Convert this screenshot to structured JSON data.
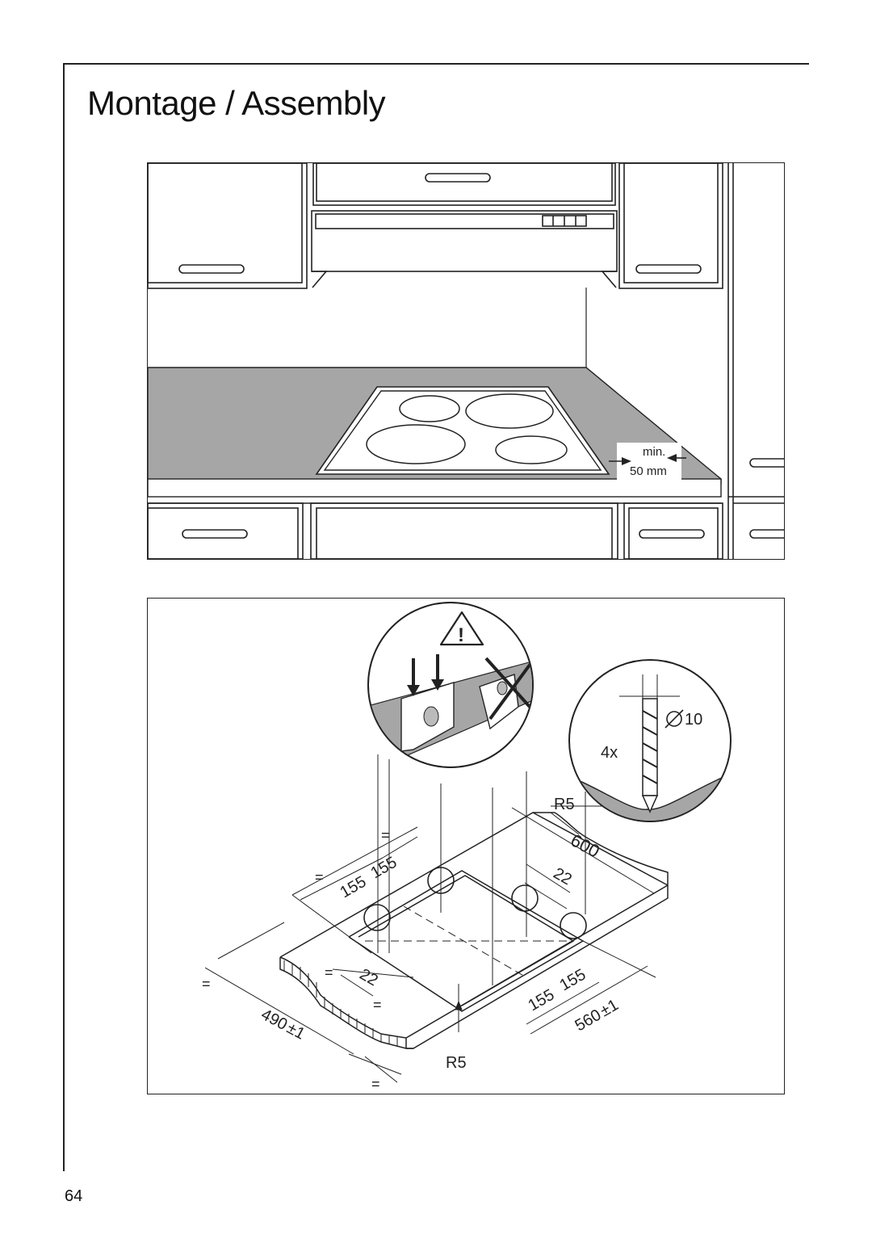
{
  "page": {
    "title": "Montage / Assembly",
    "page_number": "64"
  },
  "kitchen_figure": {
    "clearance_label_1": "min.",
    "clearance_label_2": "50 mm"
  },
  "assembly_figure": {
    "warning_symbol": "!",
    "drill_count": "4x",
    "drill_diameter": "10",
    "radius_top": "R5",
    "radius_bottom": "R5",
    "dim_600": "600",
    "dim_22_right": "22",
    "dim_22_left": "22",
    "dim_155_a": "155",
    "dim_155_b": "155",
    "dim_155_c": "155",
    "dim_155_d": "155",
    "dim_560": "560",
    "dim_490": "490",
    "tolerance": "±1",
    "equal_mark": "="
  }
}
